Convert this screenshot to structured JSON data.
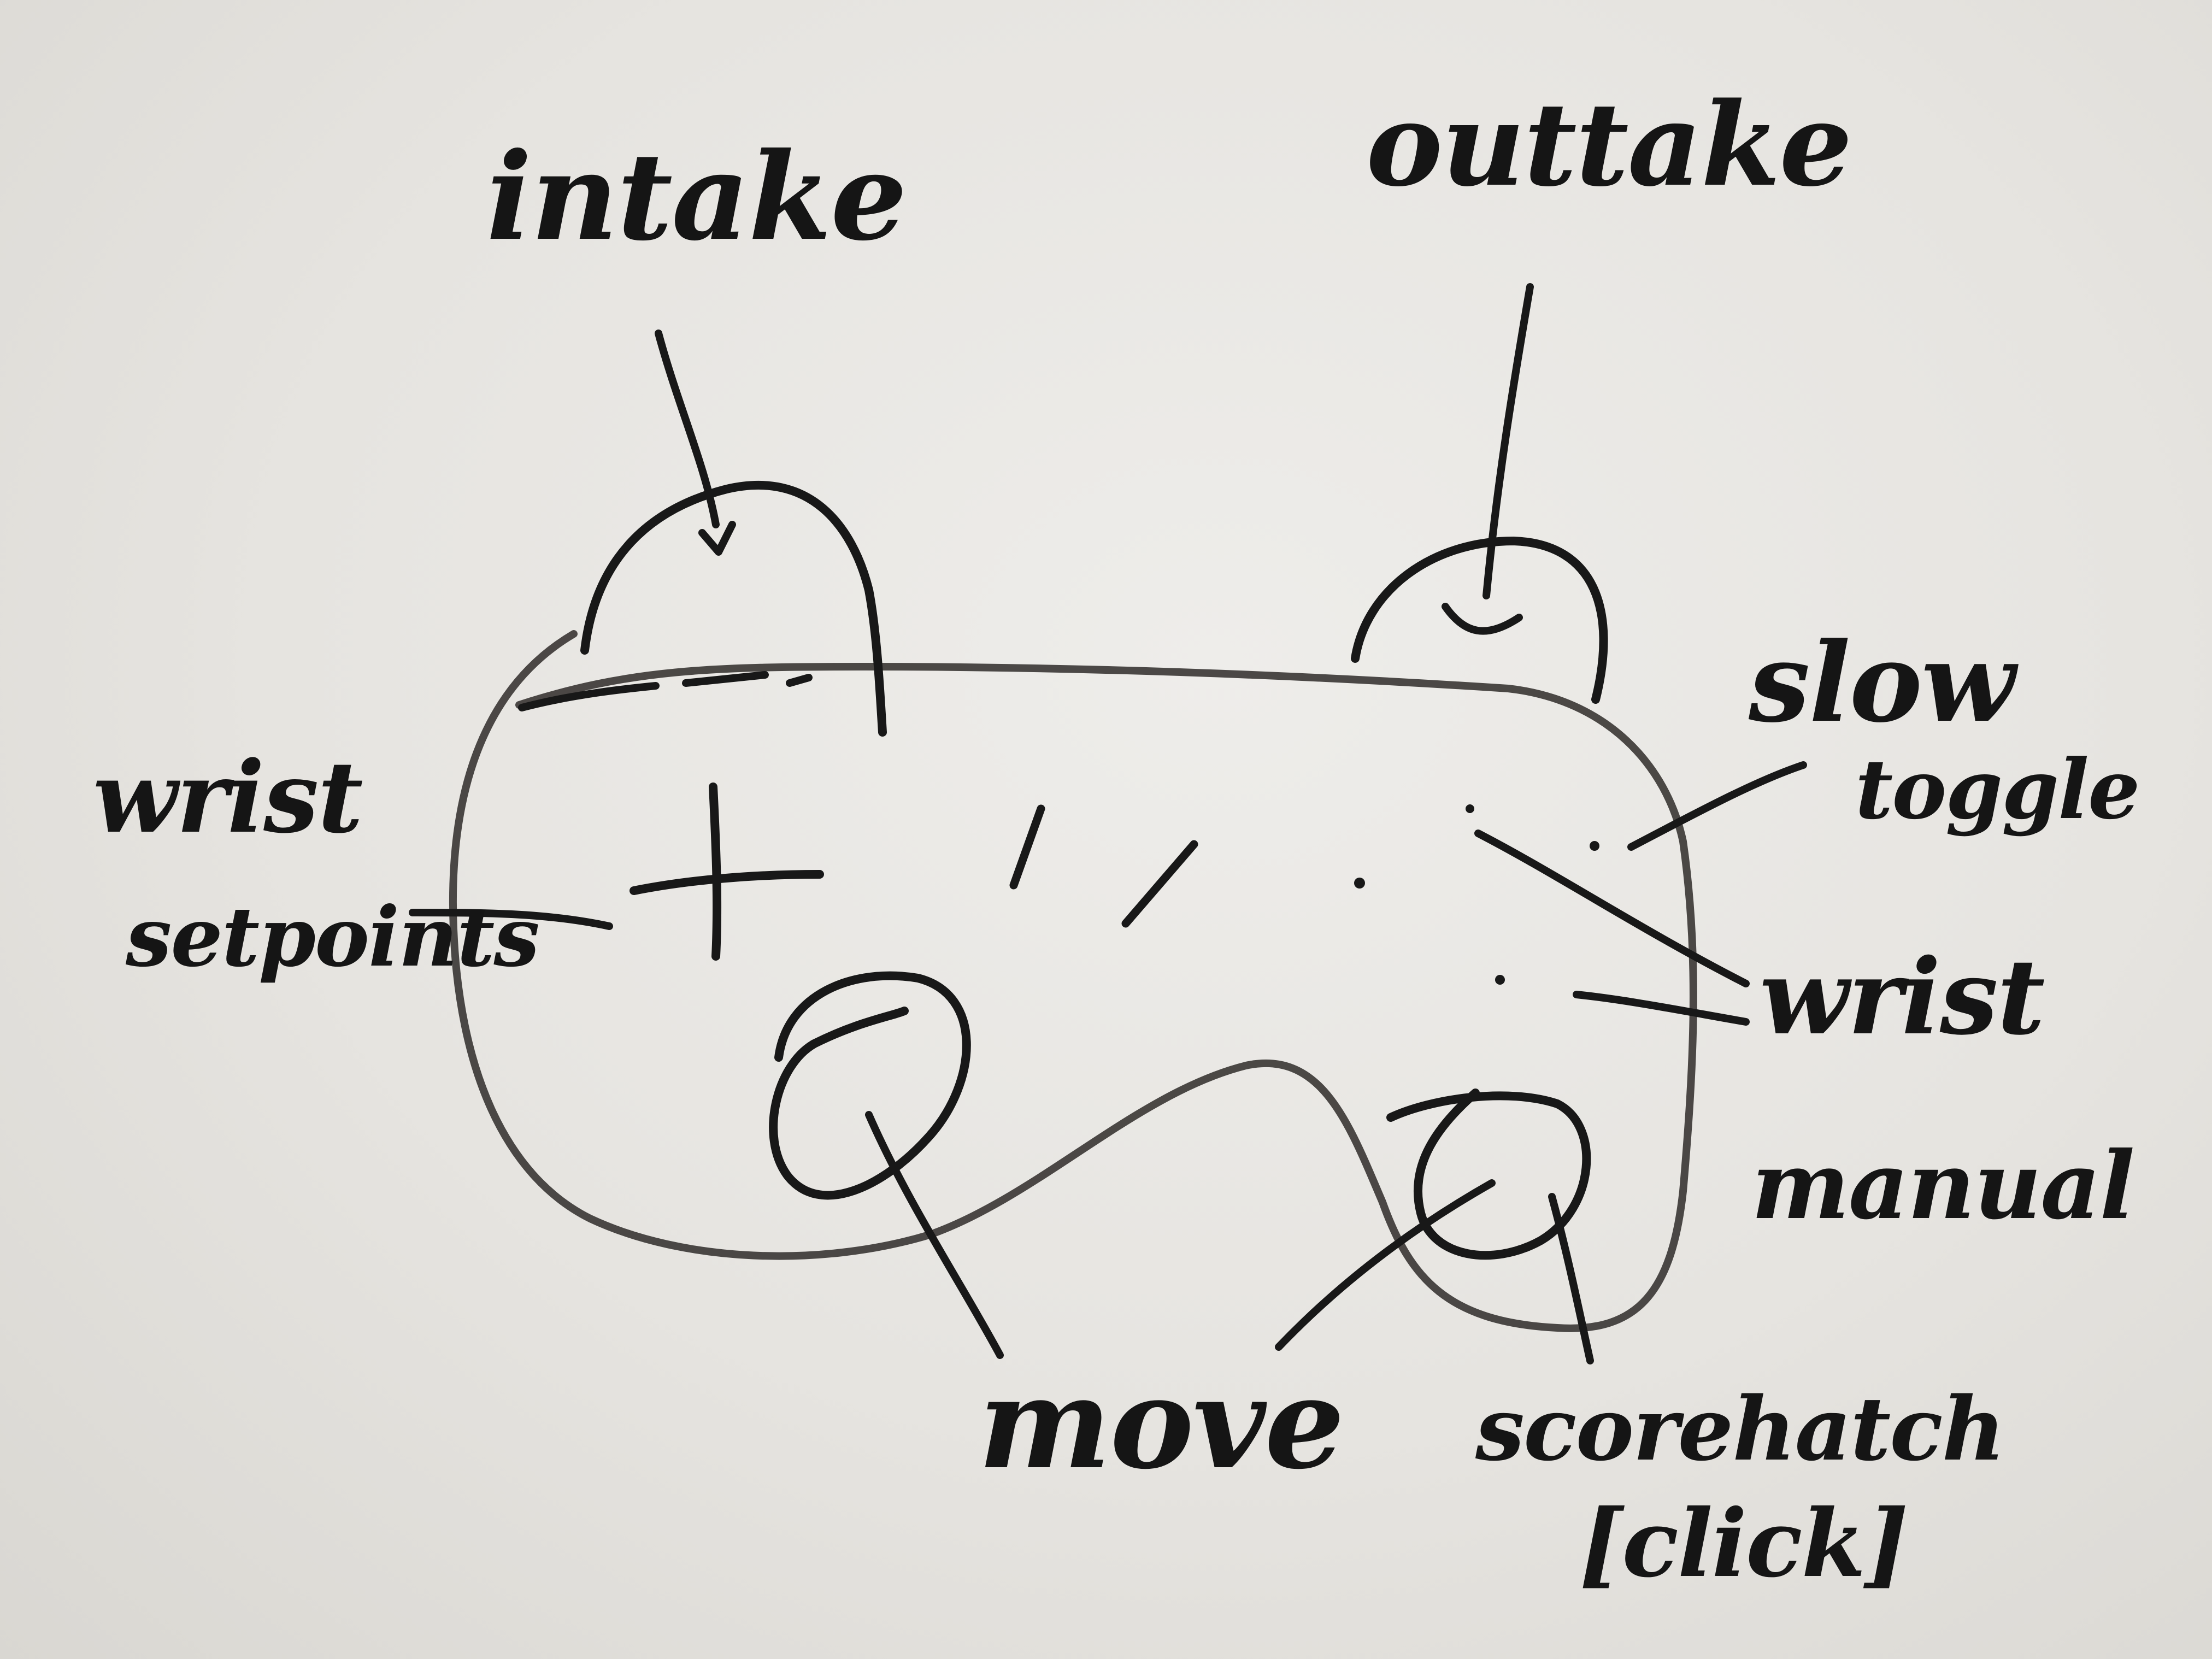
{
  "annotations": {
    "intake": "intake",
    "outtake": "outtake",
    "slow_toggle_line1": "slow",
    "slow_toggle_line2": "toggle",
    "wrist_setpoints_line1": "wrist",
    "wrist_setpoints_line2": "setpoints",
    "wrist_manual_line1": "wrist",
    "wrist_manual_line2": "manual",
    "move": "move",
    "scorehatch_line1": "scorehatch",
    "scorehatch_line2": "[click]"
  },
  "colors": {
    "whiteboard": "#e4e2de",
    "marker": "#181818",
    "controller_outline": "#3d3a37"
  }
}
